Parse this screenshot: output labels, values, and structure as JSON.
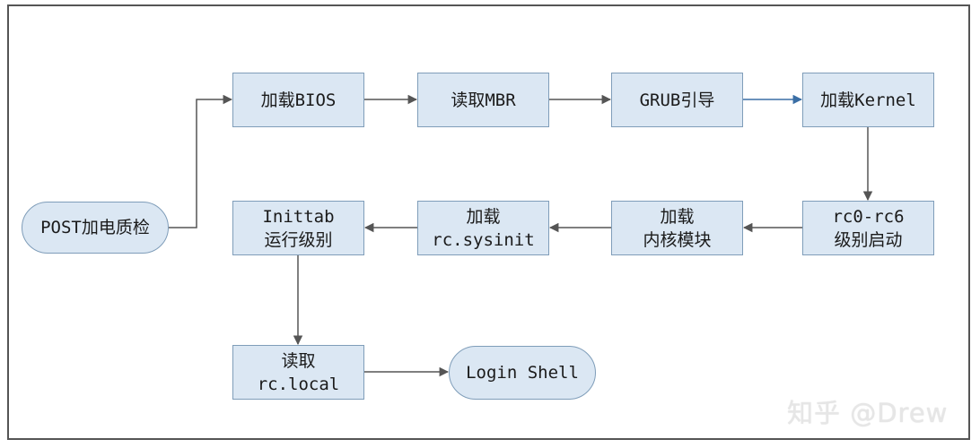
{
  "diagram": {
    "nodes": {
      "post": {
        "lines": [
          "POST加电质检"
        ],
        "shape": "rounded"
      },
      "load_bios": {
        "lines": [
          "加载BIOS"
        ],
        "shape": "box"
      },
      "read_mbr": {
        "lines": [
          "读取MBR"
        ],
        "shape": "box"
      },
      "grub": {
        "lines": [
          "GRUB引导"
        ],
        "shape": "box"
      },
      "load_kernel": {
        "lines": [
          "加载Kernel"
        ],
        "shape": "box"
      },
      "rc_levels": {
        "lines": [
          "rc0-rc6",
          "级别启动"
        ],
        "shape": "box"
      },
      "kernel_modules": {
        "lines": [
          "加载",
          "内核模块"
        ],
        "shape": "box"
      },
      "sysinit": {
        "lines": [
          "加载",
          "rc.sysinit"
        ],
        "shape": "box"
      },
      "inittab": {
        "lines": [
          "Inittab",
          "运行级别"
        ],
        "shape": "box"
      },
      "rc_local": {
        "lines": [
          "读取",
          "rc.local"
        ],
        "shape": "box"
      },
      "login_shell": {
        "lines": [
          "Login Shell"
        ],
        "shape": "rounded"
      }
    },
    "edges": [
      {
        "from": "post",
        "to": "load_bios"
      },
      {
        "from": "load_bios",
        "to": "read_mbr"
      },
      {
        "from": "read_mbr",
        "to": "grub"
      },
      {
        "from": "grub",
        "to": "load_kernel"
      },
      {
        "from": "load_kernel",
        "to": "rc_levels"
      },
      {
        "from": "rc_levels",
        "to": "kernel_modules"
      },
      {
        "from": "kernel_modules",
        "to": "sysinit"
      },
      {
        "from": "sysinit",
        "to": "inittab"
      },
      {
        "from": "inittab",
        "to": "rc_local"
      },
      {
        "from": "rc_local",
        "to": "login_shell"
      }
    ]
  },
  "watermark": "知乎 @Drew",
  "colors": {
    "node_fill": "#dbe7f3",
    "node_border": "#7f9db9",
    "edge": "#555555",
    "edge_highlight": "#3a6ea5"
  }
}
